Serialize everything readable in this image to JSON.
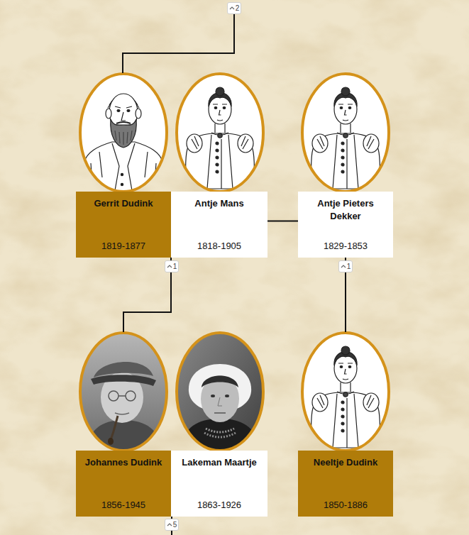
{
  "diagram": {
    "nodes": [
      {
        "text": [
          "Gerrit Dudink",
          "1819-1877"
        ]
      },
      {
        "text": [
          "Antje Mans",
          "1818-1905"
        ]
      },
      {
        "text": [
          "Antje Pieters Dekker",
          "1829-1853"
        ]
      },
      {
        "text": [
          "Johannes Dudink",
          "1856-1945"
        ]
      },
      {
        "text": [
          "Lakeman Maartje",
          "1863-1926"
        ]
      },
      {
        "text": [
          "Neeltje Dudink",
          "1850-1886"
        ]
      }
    ],
    "edges": [
      {
        "from": 0,
        "to": 3,
        "arrow": "none"
      },
      {
        "from": 1,
        "to": 2,
        "arrow": "none"
      },
      {
        "from": 2,
        "to": 5,
        "arrow": "none"
      }
    ],
    "labels": [
      "2",
      "1",
      "1",
      "5"
    ]
  }
}
